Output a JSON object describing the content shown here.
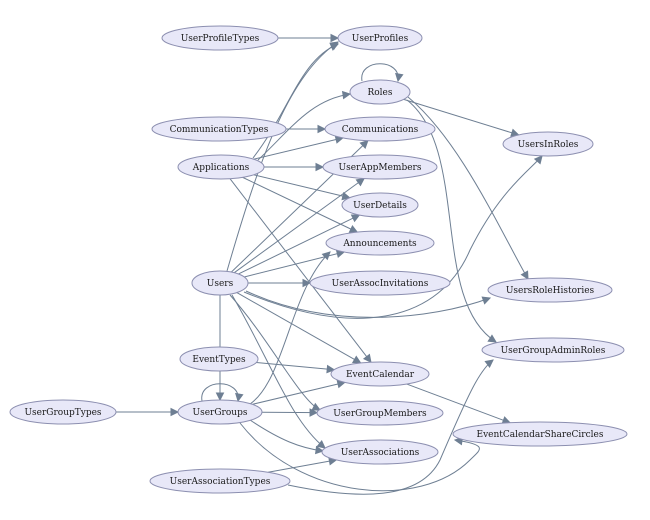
{
  "colors": {
    "node_fill": "#e8e8f8",
    "node_border": "#8c8fb0",
    "edge": "#6e7f93",
    "text": "#1a1a1a",
    "background": "#ffffff"
  },
  "nodes": [
    {
      "id": "UserProfileTypes",
      "label": "UserProfileTypes"
    },
    {
      "id": "UserProfiles",
      "label": "UserProfiles"
    },
    {
      "id": "Roles",
      "label": "Roles"
    },
    {
      "id": "CommunicationTypes",
      "label": "CommunicationTypes"
    },
    {
      "id": "Communications",
      "label": "Communications"
    },
    {
      "id": "UsersInRoles",
      "label": "UsersInRoles"
    },
    {
      "id": "Applications",
      "label": "Applications"
    },
    {
      "id": "UserAppMembers",
      "label": "UserAppMembers"
    },
    {
      "id": "UserDetails",
      "label": "UserDetails"
    },
    {
      "id": "Announcements",
      "label": "Announcements"
    },
    {
      "id": "Users",
      "label": "Users"
    },
    {
      "id": "UserAssocInvitations",
      "label": "UserAssocInvitations"
    },
    {
      "id": "UsersRoleHistories",
      "label": "UsersRoleHistories"
    },
    {
      "id": "UserGroupAdminRoles",
      "label": "UserGroupAdminRoles"
    },
    {
      "id": "EventTypes",
      "label": "EventTypes"
    },
    {
      "id": "EventCalendar",
      "label": "EventCalendar"
    },
    {
      "id": "UserGroupTypes",
      "label": "UserGroupTypes"
    },
    {
      "id": "UserGroups",
      "label": "UserGroups"
    },
    {
      "id": "UserGroupMembers",
      "label": "UserGroupMembers"
    },
    {
      "id": "EventCalendarShareCircles",
      "label": "EventCalendarShareCircles"
    },
    {
      "id": "UserAssociations",
      "label": "UserAssociations"
    },
    {
      "id": "UserAssociationTypes",
      "label": "UserAssociationTypes"
    }
  ],
  "edges": [
    {
      "from": "UserProfileTypes",
      "to": "UserProfiles"
    },
    {
      "from": "Applications",
      "to": "UserProfiles"
    },
    {
      "from": "Users",
      "to": "UserProfiles"
    },
    {
      "from": "Roles",
      "to": "Roles"
    },
    {
      "from": "Applications",
      "to": "Roles"
    },
    {
      "from": "Roles",
      "to": "UsersInRoles"
    },
    {
      "from": "Roles",
      "to": "UsersRoleHistories"
    },
    {
      "from": "Roles",
      "to": "UserGroupAdminRoles"
    },
    {
      "from": "CommunicationTypes",
      "to": "Communications"
    },
    {
      "from": "Applications",
      "to": "Communications"
    },
    {
      "from": "Users",
      "to": "Communications"
    },
    {
      "from": "Applications",
      "to": "UserAppMembers"
    },
    {
      "from": "Users",
      "to": "UserAppMembers"
    },
    {
      "from": "Applications",
      "to": "UserDetails"
    },
    {
      "from": "Users",
      "to": "UserDetails"
    },
    {
      "from": "Applications",
      "to": "Announcements"
    },
    {
      "from": "Users",
      "to": "Announcements"
    },
    {
      "from": "UserGroups",
      "to": "Announcements"
    },
    {
      "from": "Applications",
      "to": "EventCalendar"
    },
    {
      "from": "Users",
      "to": "UserAssocInvitations"
    },
    {
      "from": "Users",
      "to": "UsersInRoles"
    },
    {
      "from": "Users",
      "to": "UsersRoleHistories"
    },
    {
      "from": "Users",
      "to": "EventCalendar"
    },
    {
      "from": "Users",
      "to": "UserGroupMembers"
    },
    {
      "from": "Users",
      "to": "UserAssociations"
    },
    {
      "from": "EventTypes",
      "to": "EventCalendar"
    },
    {
      "from": "UserGroups",
      "to": "EventCalendar"
    },
    {
      "from": "EventCalendar",
      "to": "EventCalendarShareCircles"
    },
    {
      "from": "UserGroupTypes",
      "to": "UserGroups"
    },
    {
      "from": "UserGroups",
      "to": "UserGroups"
    },
    {
      "from": "Users",
      "to": "UserGroups"
    },
    {
      "from": "UserGroups",
      "to": "UserGroupMembers"
    },
    {
      "from": "UserGroups",
      "to": "UserAssociations"
    },
    {
      "from": "UserGroups",
      "to": "EventCalendarShareCircles"
    },
    {
      "from": "UserAssociationTypes",
      "to": "UserAssociations"
    },
    {
      "from": "UserAssociationTypes",
      "to": "UserGroupAdminRoles"
    }
  ]
}
